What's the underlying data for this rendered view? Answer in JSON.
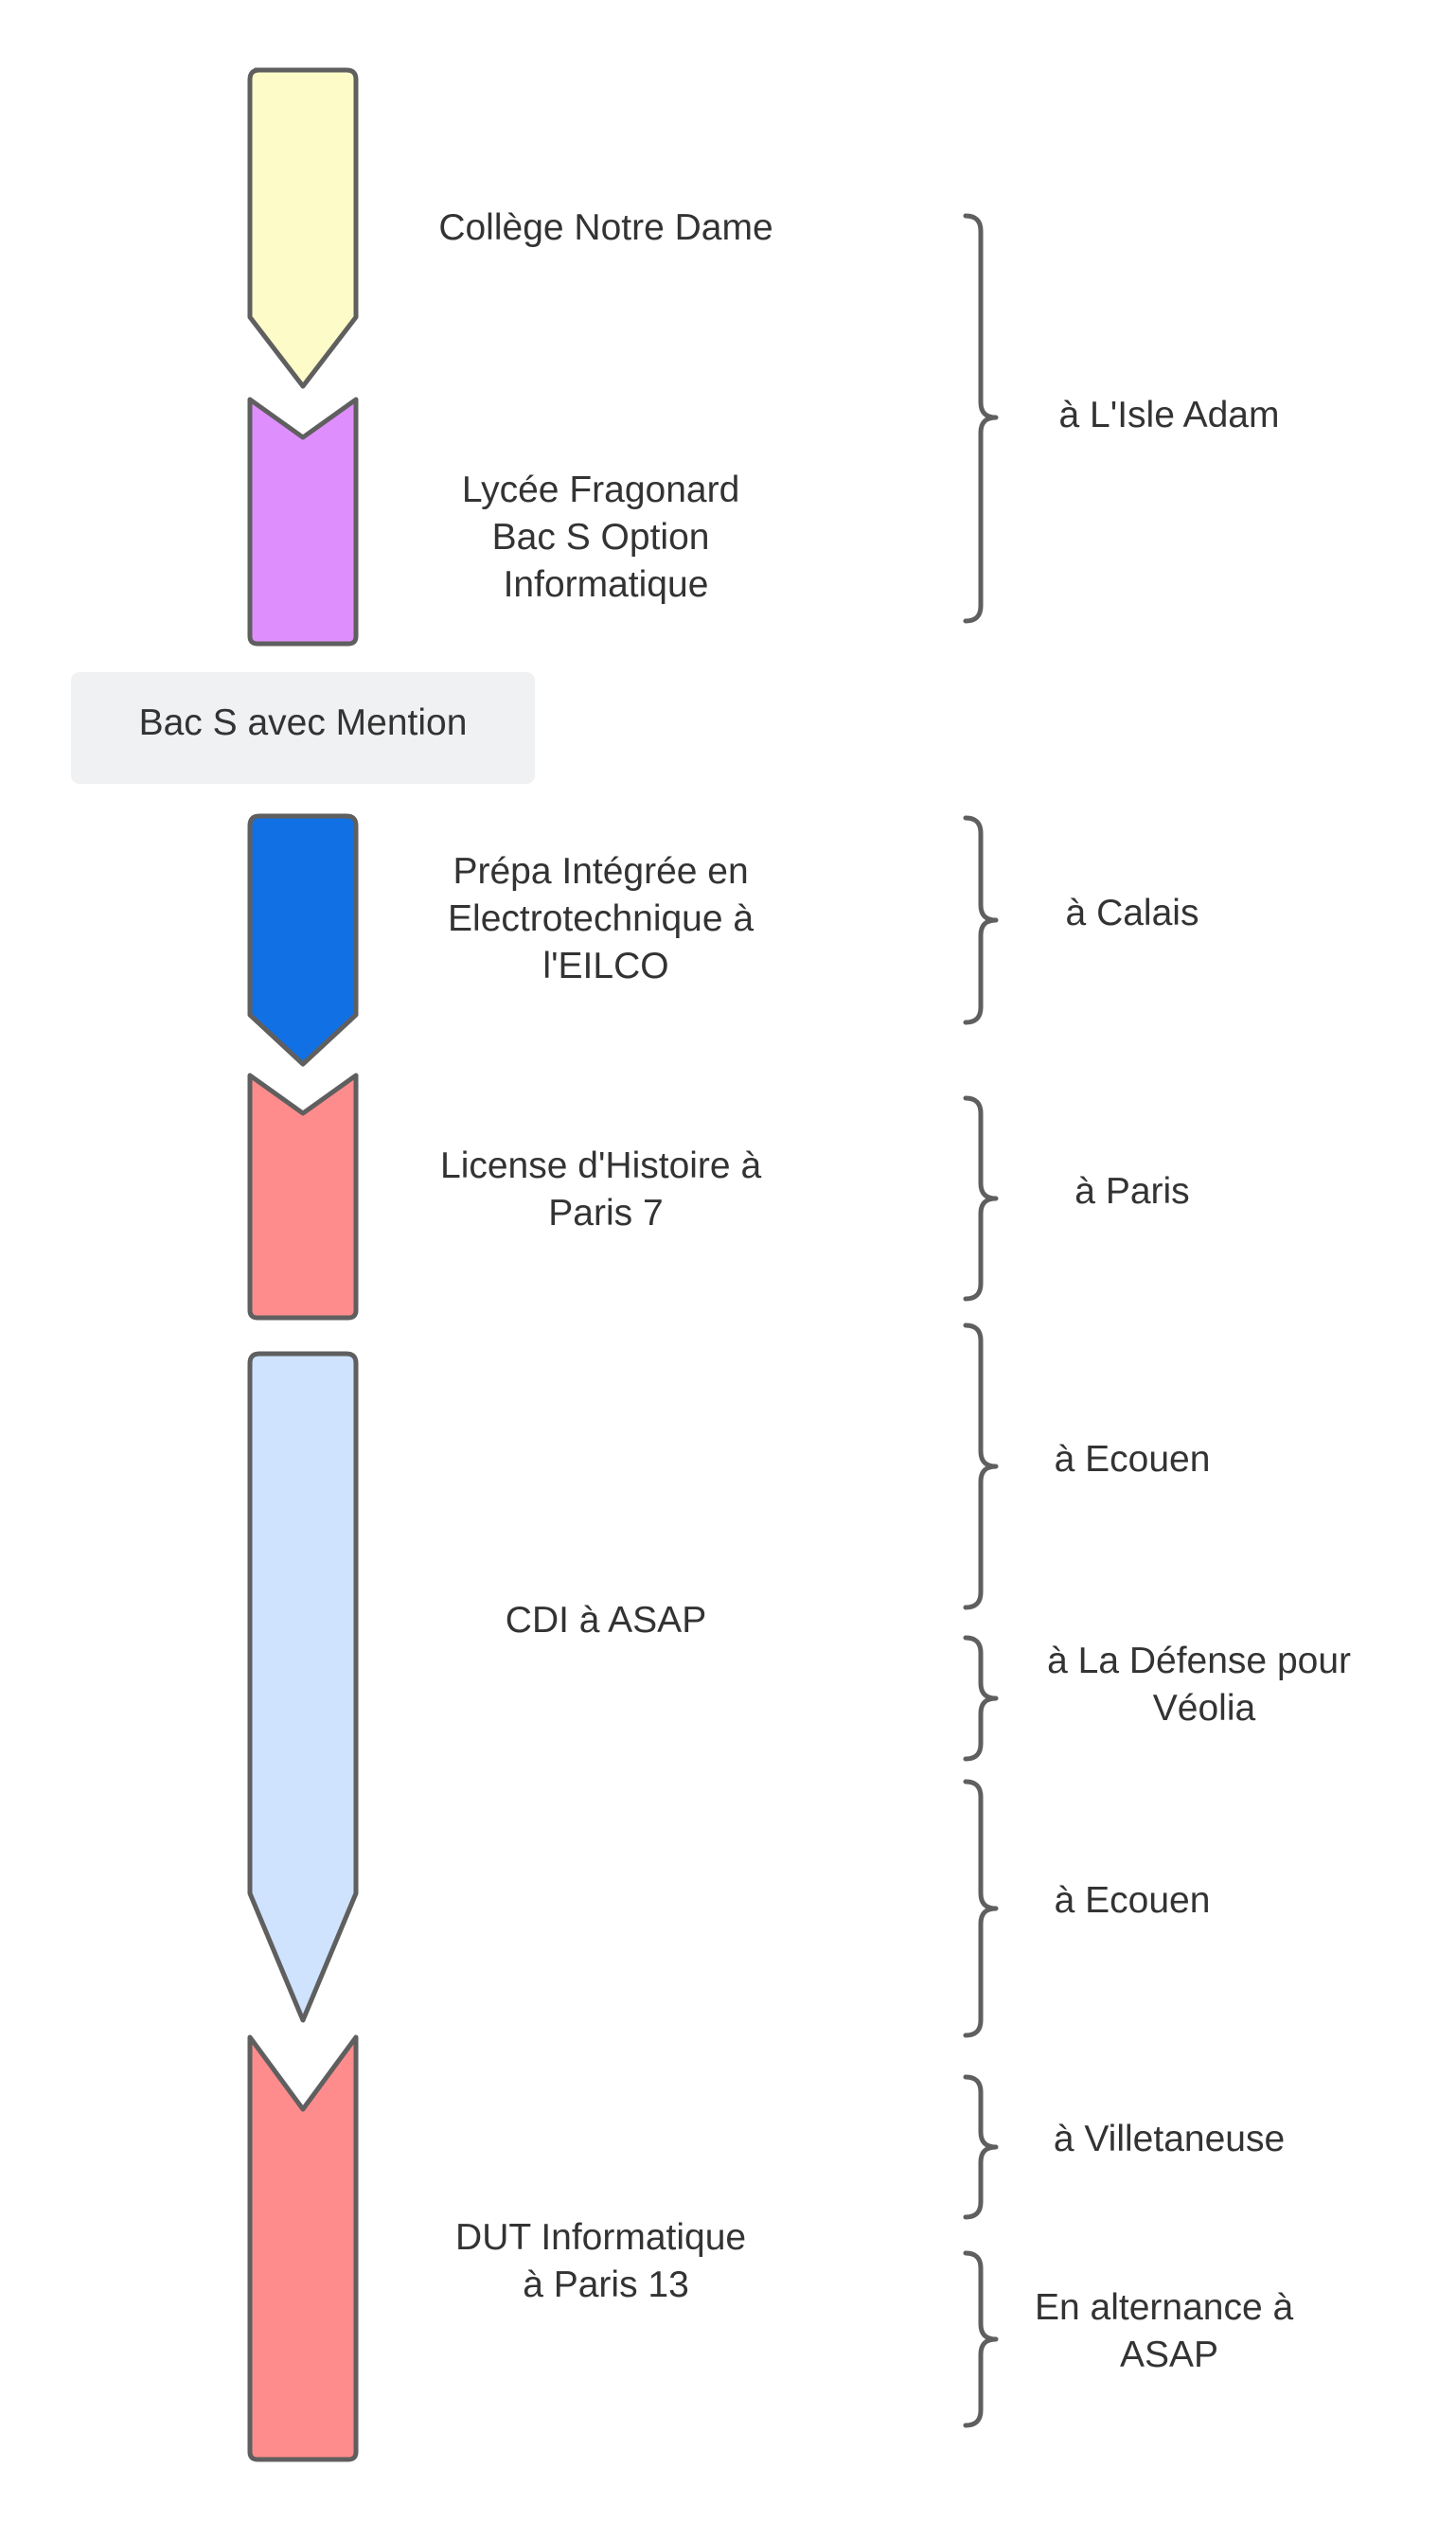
{
  "steps": [
    {
      "id": "college",
      "lines": [
        "Collège Notre Dame"
      ],
      "color": "#fdfbc8"
    },
    {
      "id": "lycee",
      "lines": [
        "Lycée Fragonard",
        "Bac S Option",
        "Informatique"
      ],
      "color": "#df8ffd"
    },
    {
      "id": "prepa",
      "lines": [
        "Prépa Intégrée en",
        "Electrotechnique à",
        "l'EILCO"
      ],
      "color": "#1170e4"
    },
    {
      "id": "license",
      "lines": [
        "License d'Histoire à",
        "Paris 7"
      ],
      "color": "#ff8c8c"
    },
    {
      "id": "cdi",
      "lines": [
        "CDI à ASAP"
      ],
      "color": "#cfe3ff"
    },
    {
      "id": "dut",
      "lines": [
        "DUT Informatique",
        "à Paris 13"
      ],
      "color": "#ff8c8c"
    }
  ],
  "milestone": {
    "label": "Bac S avec Mention"
  },
  "locations": [
    {
      "id": "lisle-adam",
      "lines": [
        "à L'Isle Adam"
      ]
    },
    {
      "id": "calais",
      "lines": [
        "à Calais"
      ]
    },
    {
      "id": "paris",
      "lines": [
        "à Paris"
      ]
    },
    {
      "id": "ecouen-1",
      "lines": [
        "à Ecouen"
      ]
    },
    {
      "id": "la-defense",
      "lines": [
        "à La Défense pour",
        "Véolia"
      ]
    },
    {
      "id": "ecouen-2",
      "lines": [
        "à Ecouen"
      ]
    },
    {
      "id": "villetaneuse",
      "lines": [
        "à Villetaneuse"
      ]
    },
    {
      "id": "alternance",
      "lines": [
        "En alternance à",
        "ASAP"
      ]
    }
  ],
  "colors": {
    "stroke": "#5f5f5f",
    "text": "#333333",
    "milestone_bg": "#f0f1f3"
  }
}
